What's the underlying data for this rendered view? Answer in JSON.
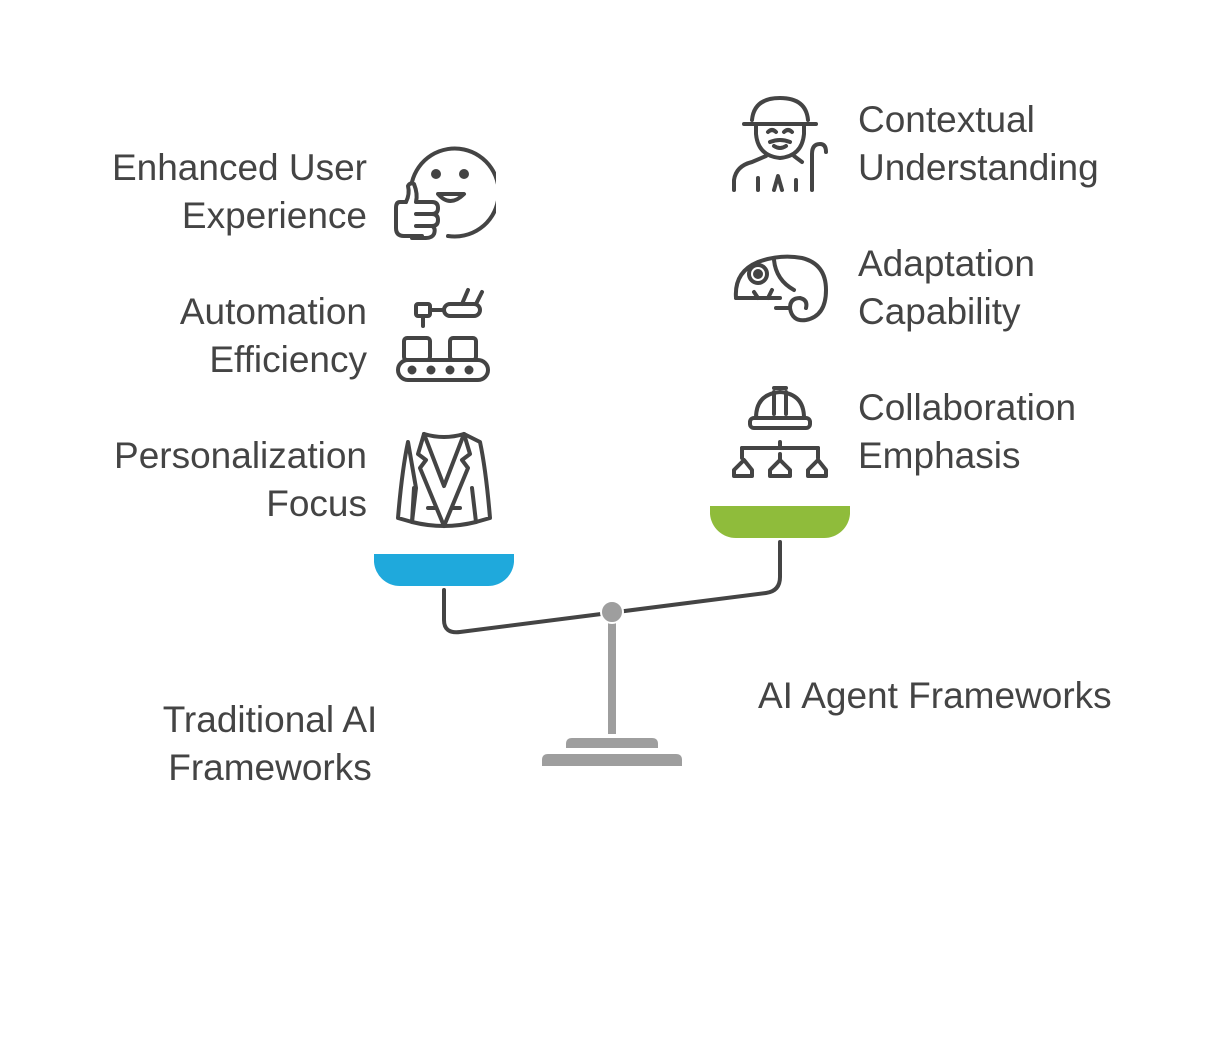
{
  "left": {
    "title_lines": [
      "Traditional AI",
      "Frameworks"
    ],
    "pan_color": "#1fa9dc",
    "items": [
      {
        "lines": [
          "Enhanced User",
          "Experience"
        ],
        "icon": "thumbs-up-smiley-icon"
      },
      {
        "lines": [
          "Automation",
          "Efficiency"
        ],
        "icon": "conveyor-robot-arm-icon"
      },
      {
        "lines": [
          "Personalization",
          "Focus"
        ],
        "icon": "suit-jacket-icon"
      }
    ]
  },
  "right": {
    "title": "AI Agent Frameworks",
    "pan_color": "#8fbc3b",
    "items": [
      {
        "lines": [
          "Contextual",
          "Understanding"
        ],
        "icon": "old-man-cane-icon"
      },
      {
        "lines": [
          "Adaptation",
          "Capability"
        ],
        "icon": "chameleon-icon"
      },
      {
        "lines": [
          "Collaboration",
          "Emphasis"
        ],
        "icon": "hardhat-team-icon"
      }
    ]
  },
  "colors": {
    "text": "#444444",
    "icon_stroke": "#444444",
    "beam": "#444444",
    "stand": "#9e9e9e"
  }
}
